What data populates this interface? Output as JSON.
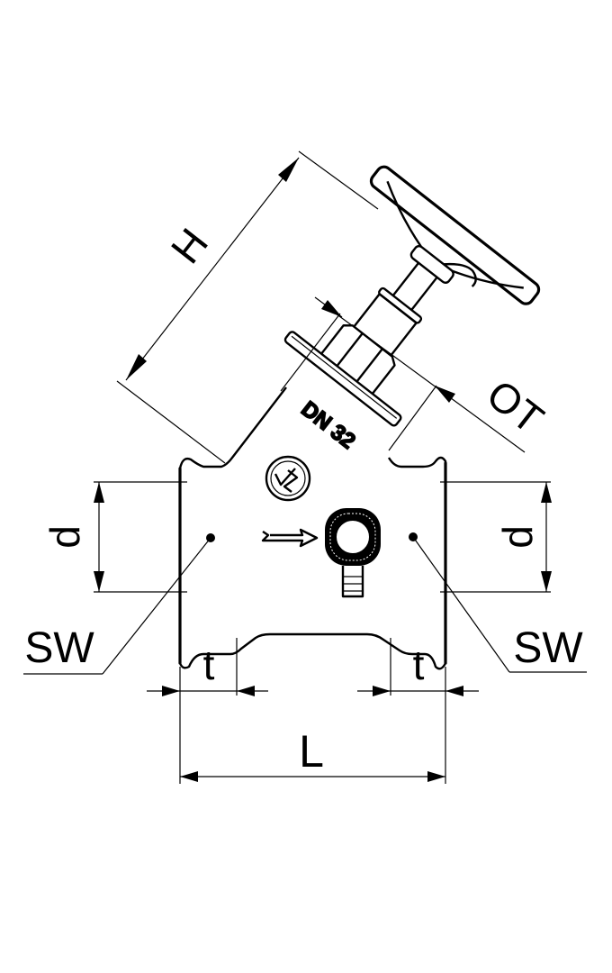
{
  "title": "Inclined-seat valve technical drawing",
  "colors": {
    "line": "#000000",
    "background": "#ffffff"
  },
  "marking": {
    "nominal_size": "DN 32",
    "logo": "JS"
  },
  "dimensions": {
    "height": "H",
    "operating_travel": "OT",
    "diameter_left": "d",
    "diameter_right": "d",
    "wrench_size_left": "SW",
    "wrench_size_right": "SW",
    "insertion_left": "t",
    "insertion_right": "t",
    "length": "L"
  },
  "flow_direction": "left-to-right"
}
